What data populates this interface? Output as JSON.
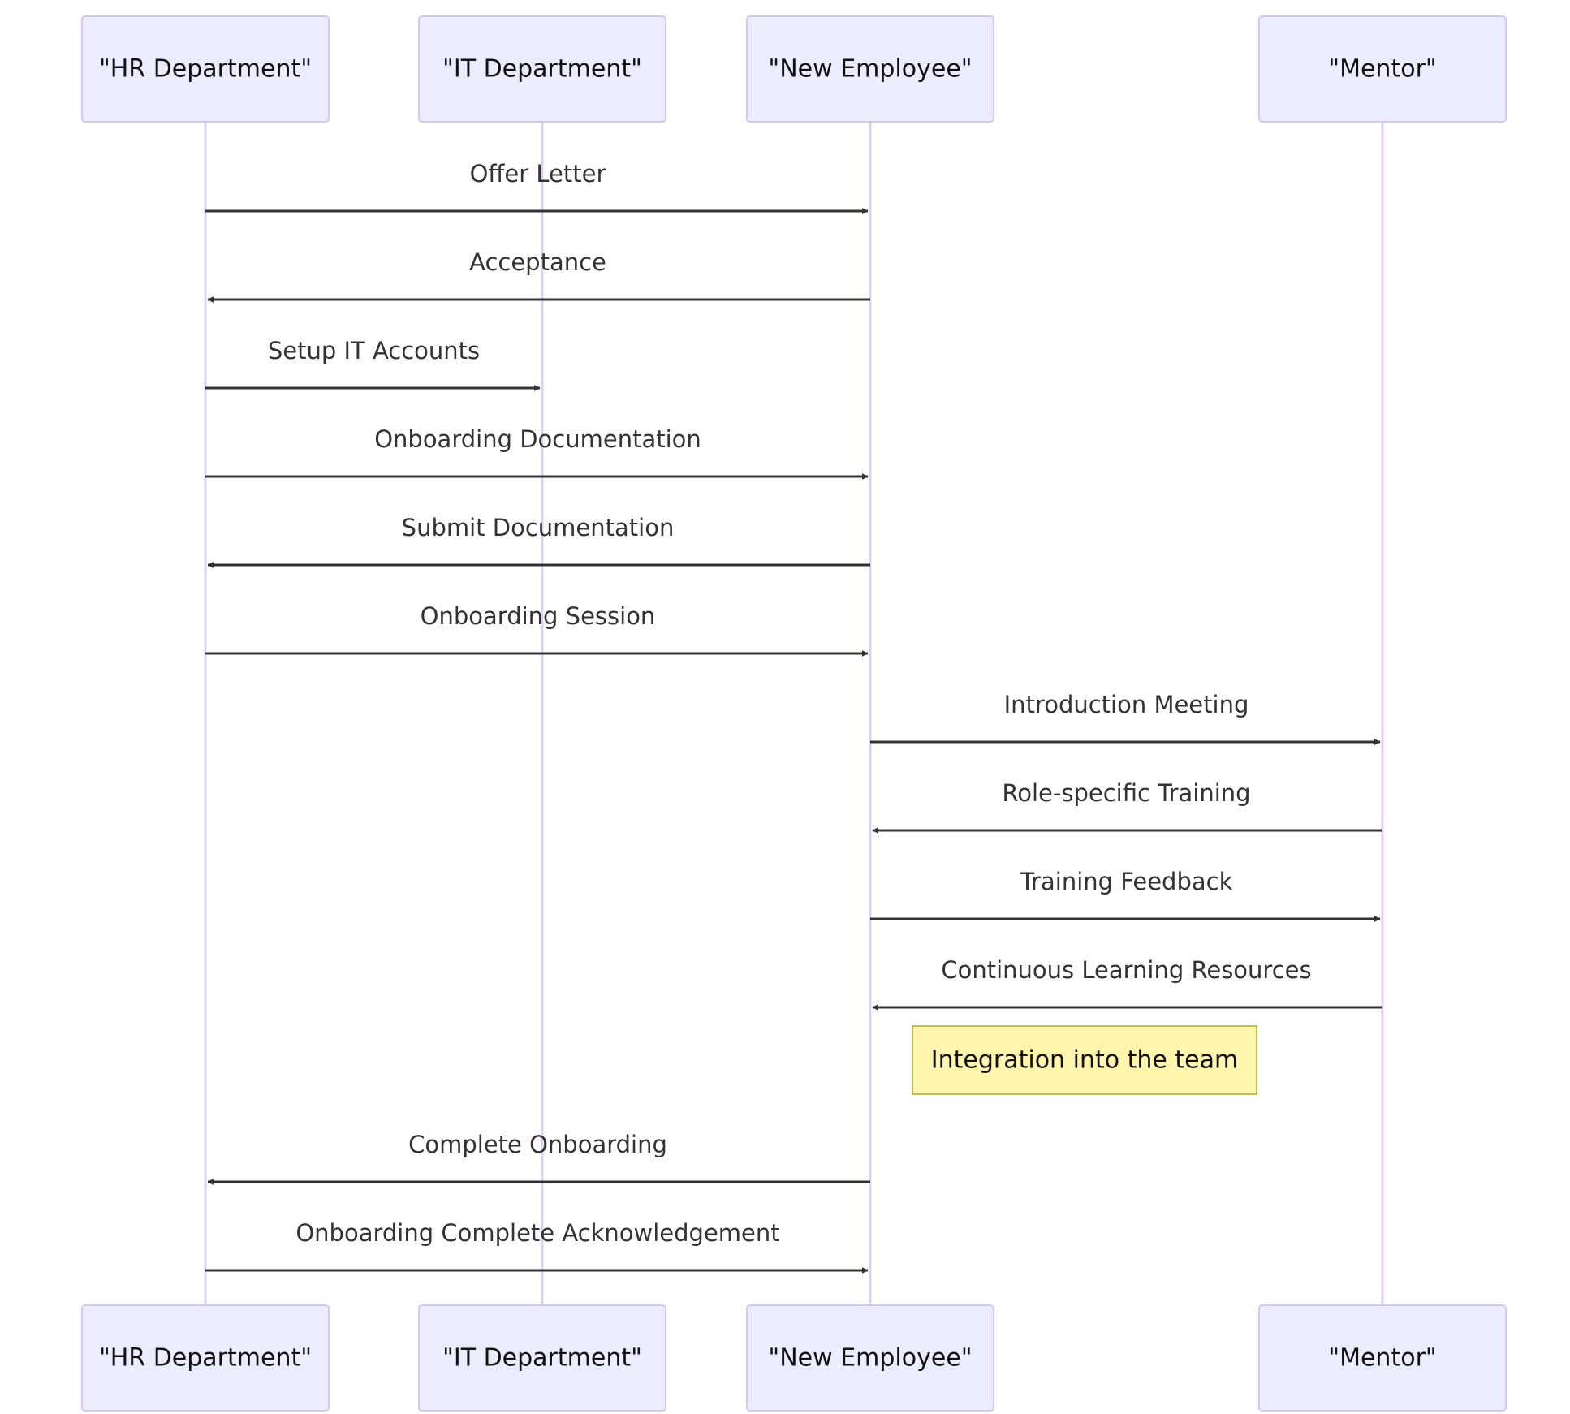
{
  "participants": [
    {
      "id": "hr",
      "label": "\"HR Department\""
    },
    {
      "id": "it",
      "label": "\"IT Department\""
    },
    {
      "id": "employee",
      "label": "\"New Employee\""
    },
    {
      "id": "mentor",
      "label": "\"Mentor\""
    }
  ],
  "messages": [
    {
      "from": "hr",
      "to": "employee",
      "label": "Offer Letter"
    },
    {
      "from": "employee",
      "to": "hr",
      "label": "Acceptance"
    },
    {
      "from": "hr",
      "to": "it",
      "label": "Setup IT Accounts"
    },
    {
      "from": "hr",
      "to": "employee",
      "label": "Onboarding Documentation"
    },
    {
      "from": "employee",
      "to": "hr",
      "label": "Submit Documentation"
    },
    {
      "from": "hr",
      "to": "employee",
      "label": "Onboarding Session"
    },
    {
      "from": "employee",
      "to": "mentor",
      "label": "Introduction Meeting"
    },
    {
      "from": "mentor",
      "to": "employee",
      "label": "Role-specific Training"
    },
    {
      "from": "employee",
      "to": "mentor",
      "label": "Training Feedback"
    },
    {
      "from": "mentor",
      "to": "employee",
      "label": "Continuous Learning Resources"
    },
    {
      "from": "employee",
      "to": "hr",
      "label": "Complete Onboarding"
    },
    {
      "from": "hr",
      "to": "employee",
      "label": "Onboarding Complete Acknowledgement"
    }
  ],
  "note": {
    "text": "Integration into the team",
    "placement": "right of New Employee",
    "after_message": 9
  },
  "colors": {
    "actor_fill": "#ececff",
    "actor_stroke": "#d3c8f0",
    "lifeline": "#dcd0f4",
    "message": "#333333",
    "note_fill": "#fff5ad",
    "note_stroke": "#aaaa33"
  }
}
